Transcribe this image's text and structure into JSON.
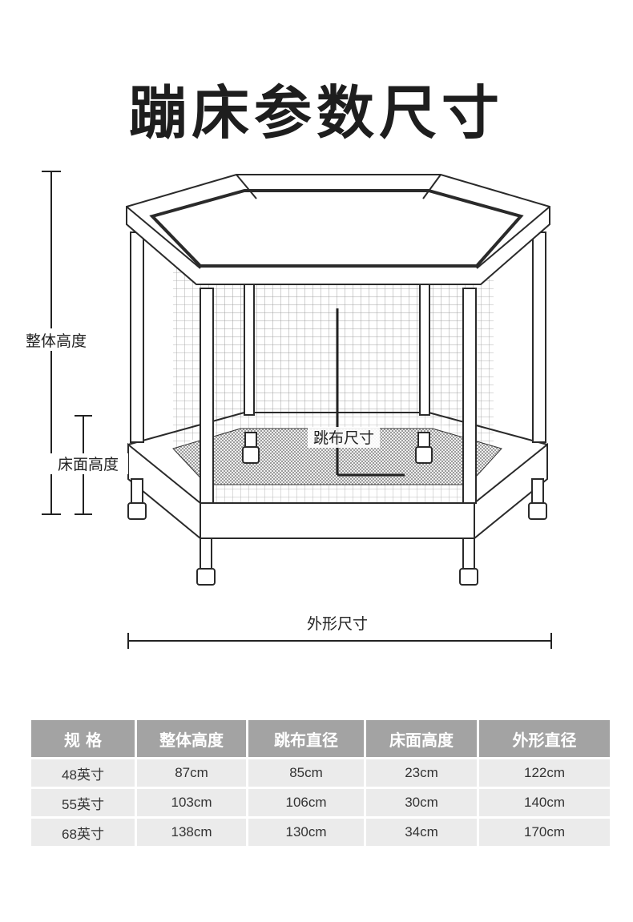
{
  "title": "蹦床参数尺寸",
  "diagram": {
    "labels": {
      "overall_height": "整体高度",
      "bed_height": "床面高度",
      "jump_size": "跳布尺寸",
      "outer_size": "外形尺寸"
    }
  },
  "table": {
    "headers": [
      "规 格",
      "整体高度",
      "跳布直径",
      "床面高度",
      "外形直径"
    ],
    "rows": [
      [
        "48英寸",
        "87cm",
        "85cm",
        "23cm",
        "122cm"
      ],
      [
        "55英寸",
        "103cm",
        "106cm",
        "30cm",
        "140cm"
      ],
      [
        "68英寸",
        "138cm",
        "130cm",
        "34cm",
        "170cm"
      ]
    ]
  }
}
